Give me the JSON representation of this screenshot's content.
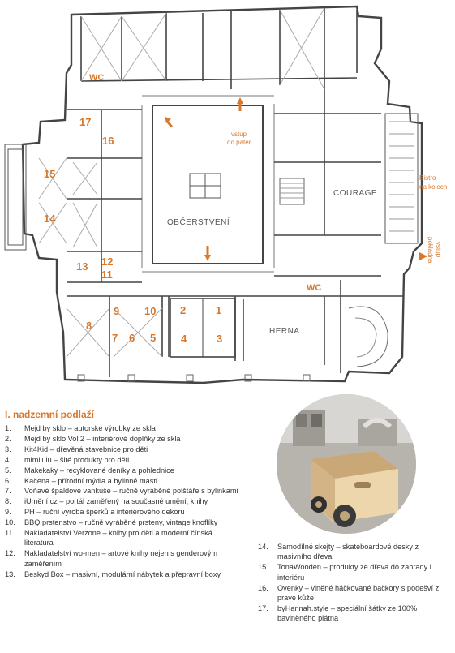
{
  "floor_title": "I. nadzemní podlaží",
  "colors": {
    "accent": "#d9782a",
    "text": "#333333",
    "wall": "#444444"
  },
  "plan": {
    "areas": {
      "obcerstveni": "OBČERSTVENÍ",
      "courage": "COURAGE",
      "herna": "HERNA"
    },
    "wc": [
      "WC",
      "WC"
    ],
    "labels": {
      "vstup_pater_1": "vstup",
      "vstup_pater_2": "do pater",
      "bistro_1": "Bistro",
      "bistro_2": "na kolech",
      "vstup_pokladna_1": "vstup",
      "vstup_pokladna_2": "pokladna"
    },
    "numbers": [
      "1",
      "2",
      "3",
      "4",
      "5",
      "6",
      "7",
      "8",
      "9",
      "10",
      "11",
      "12",
      "13",
      "14",
      "15",
      "16",
      "17"
    ]
  },
  "legend": [
    {
      "n": "1.",
      "text": "Mejd by sklo – autorské výrobky ze skla"
    },
    {
      "n": "2.",
      "text": "Mejd by sklo Vol.2 – interiérové doplňky ze skla"
    },
    {
      "n": "3.",
      "text": "Kit4Kid – dřevěná stavebnice pro děti"
    },
    {
      "n": "4.",
      "text": "mimilulu – šité produkty pro děti"
    },
    {
      "n": "5.",
      "text": "Makekaky – recyklované deníky a pohlednice"
    },
    {
      "n": "6.",
      "text": "Kačena – přírodní mýdla a bylinné masti"
    },
    {
      "n": "7.",
      "text": "Voňavé špaldové vankúše – ručně vyráběné polštáře s bylinkami"
    },
    {
      "n": "8.",
      "text": "iUmění.cz – portál zaměřený na současné umění, knihy"
    },
    {
      "n": "9.",
      "text": "PH – ruční výroba šperků a interiérového dekoru"
    },
    {
      "n": "10.",
      "text": "BBQ prstenstvo – ručně vyráběné prsteny, vintage knoflíky"
    },
    {
      "n": "11.",
      "text": "Nakladatelství Verzone – knihy pro děti a moderní čínská literatura"
    },
    {
      "n": "12.",
      "text": "Nakladatelství wo-men – artové knihy nejen s genderovým zaměřením"
    },
    {
      "n": "13.",
      "text": "Beskyd Box – masivní, modulární nábytek a přepravní boxy"
    },
    {
      "n": "14.",
      "text": "Samodílné skejty – skateboardové desky z masivního dřeva"
    },
    {
      "n": "15.",
      "text": "TonaWooden – produkty ze dřeva do zahrady i interiéru"
    },
    {
      "n": "16.",
      "text": "Ovenky – vlněné háčkované bačkory s podešví z pravé kůže"
    },
    {
      "n": "17.",
      "text": "byHannah.style – speciální šátky ze 100% bavlněného plátna"
    }
  ]
}
